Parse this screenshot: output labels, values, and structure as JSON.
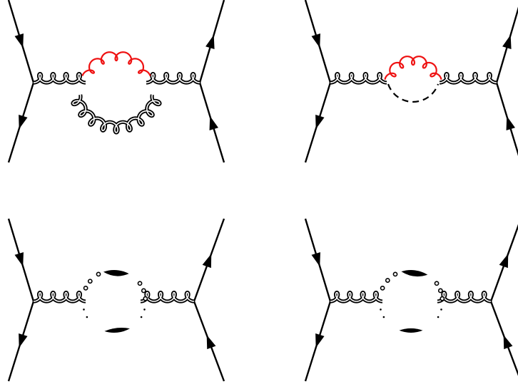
{
  "colors": {
    "ink": "#000000",
    "highlight": "#ee1111",
    "background": "#ffffff"
  },
  "diagrams": [
    {
      "name": "gluon-loop-with-red-gluon",
      "loop": "gluon",
      "highlight_gluon": true
    },
    {
      "name": "dashed-loop-with-red-gluon",
      "loop": "dashed",
      "highlight_gluon": true
    },
    {
      "name": "dotted-loop-left-blobs",
      "loop": "dotted",
      "highlight_gluon": false,
      "blob_variant": "left"
    },
    {
      "name": "dotted-loop-right-blobs",
      "loop": "dotted",
      "highlight_gluon": false,
      "blob_variant": "right"
    }
  ]
}
